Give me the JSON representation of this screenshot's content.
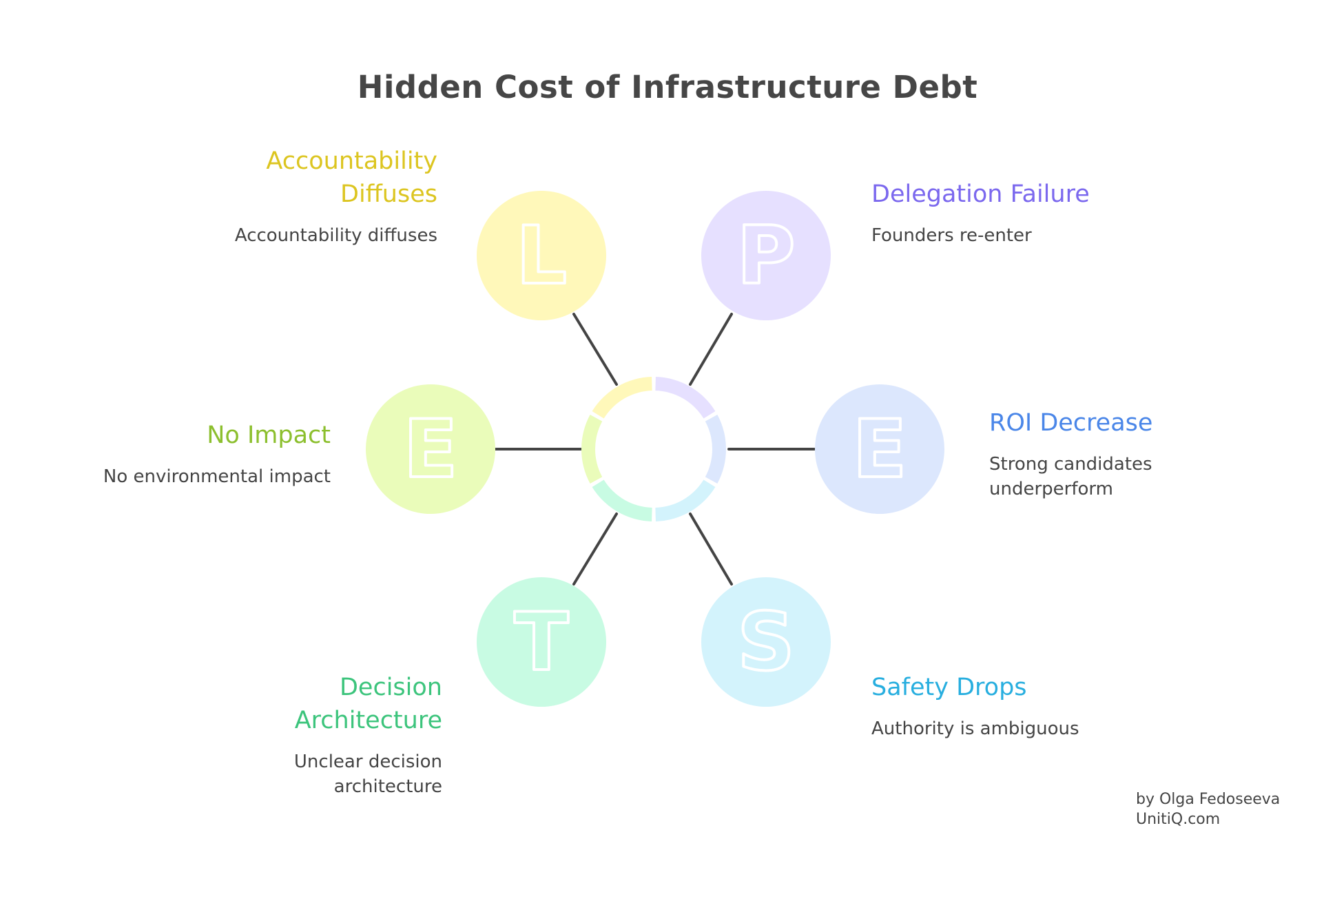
{
  "title": "Hidden Cost of Infrastructure Debt",
  "hub": {
    "segments": [
      {
        "color": "#FFF8BA"
      },
      {
        "color": "#E6E0FF"
      },
      {
        "color": "#DCE7FD"
      },
      {
        "color": "#D3F3FC"
      },
      {
        "color": "#C8FBE3"
      },
      {
        "color": "#EAFCBA"
      }
    ]
  },
  "nodes": [
    {
      "letter": "L",
      "fill": "#FFF8BA",
      "heading": "Accountability\nDiffuses",
      "heading_color": "#DCC520",
      "description": "Accountability diffuses"
    },
    {
      "letter": "P",
      "fill": "#E6E0FF",
      "heading": "Delegation Failure",
      "heading_color": "#7B68EE",
      "description": "Founders re-enter"
    },
    {
      "letter": "E",
      "fill": "#DCE7FD",
      "heading": "ROI Decrease",
      "heading_color": "#4A86E8",
      "description": "Strong candidates\nunderperform"
    },
    {
      "letter": "S",
      "fill": "#D3F3FC",
      "heading": "Safety Drops",
      "heading_color": "#27AEDF",
      "description": "Authority is ambiguous"
    },
    {
      "letter": "T",
      "fill": "#C8FBE3",
      "heading": "Decision\nArchitecture",
      "heading_color": "#3CC47C",
      "description": "Unclear decision\narchitecture"
    },
    {
      "letter": "E",
      "fill": "#EAFCBA",
      "heading": "No Impact",
      "heading_color": "#8CBF2E",
      "description": "No environmental impact"
    }
  ],
  "footer": {
    "author": "by Olga Fedoseeva",
    "site": "UnitiQ.com"
  }
}
